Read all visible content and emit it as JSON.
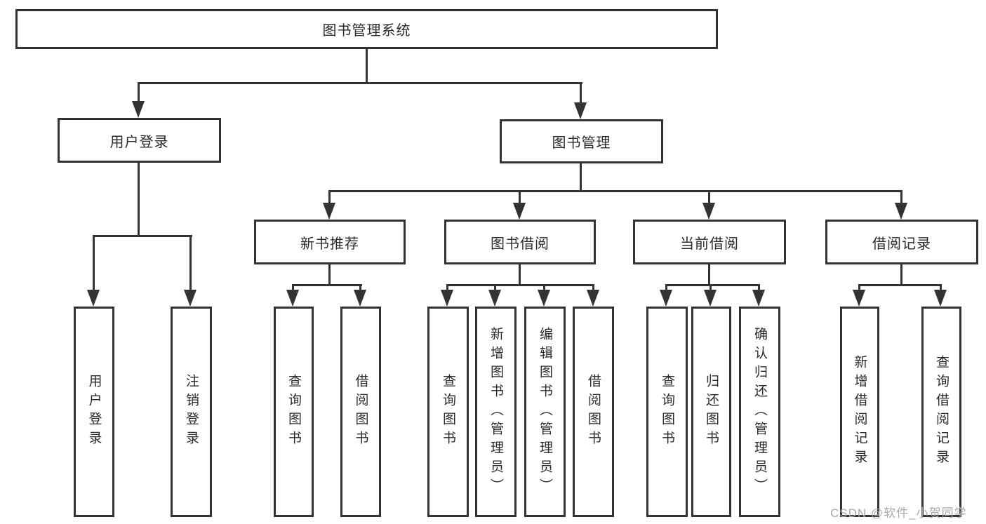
{
  "colors": {
    "line": "#333333",
    "box_border": "#333333",
    "text": "#2b2b2b",
    "background": "#ffffff",
    "watermark": "#a8a8a8"
  },
  "diagram": {
    "root": "图书管理系统",
    "level2": [
      "用户登录",
      "图书管理"
    ],
    "level3": [
      "新书推荐",
      "图书借阅",
      "当前借阅",
      "借阅记录"
    ],
    "leaves": {
      "user_login": [
        "用户登录",
        "注销登录"
      ],
      "new_book": [
        "查询图书",
        "借阅图书"
      ],
      "book_borrow": [
        "查询图书",
        "新增图书（管理员）",
        "编辑图书（管理员）",
        "借阅图书"
      ],
      "current_borrow": [
        "查询图书",
        "归还图书",
        "确认归还（管理员）"
      ],
      "borrow_record": [
        "新增借阅记录",
        "查询借阅记录"
      ]
    }
  },
  "watermark": "CSDN @软件_小贺同学"
}
